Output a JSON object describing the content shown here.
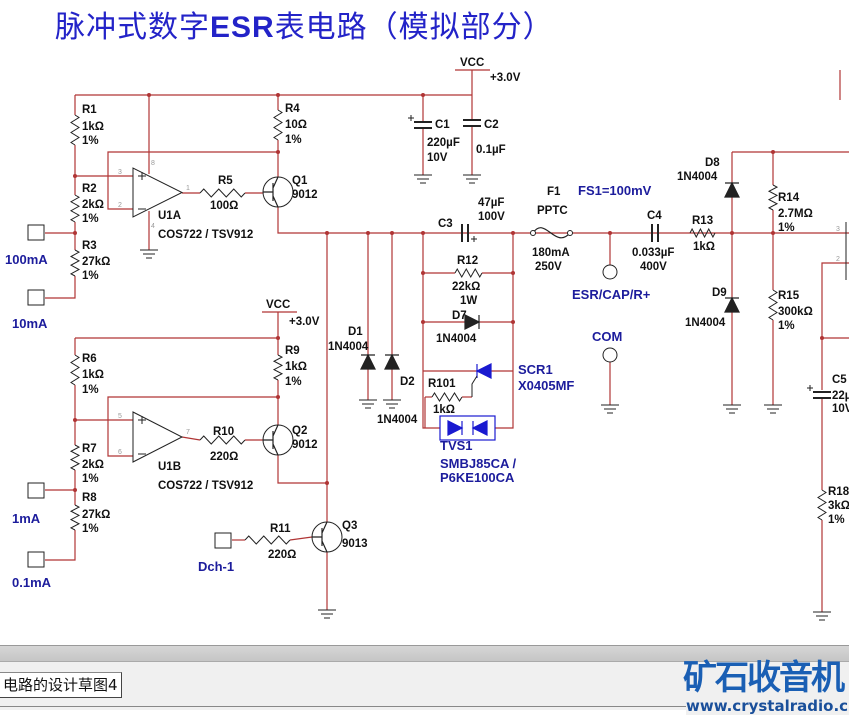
{
  "title": {
    "prefix": "脉冲式数字",
    "bold": "ESR",
    "suffix": "表电路（模拟部分）"
  },
  "colors": {
    "wire": "#b03535",
    "component": "#222222",
    "accent": "#1c1c9c",
    "scr": "#1a1ad0"
  },
  "labels": {
    "vcc1": "VCC",
    "vcc1_v": "+3.0V",
    "vcc2": "VCC",
    "vcc2_v": "+3.0V",
    "r1": "R1",
    "r1_v": "1kΩ",
    "r1_t": "1%",
    "r2": "R2",
    "r2_v": "2kΩ",
    "r2_t": "1%",
    "r3": "R3",
    "r3_v": "27kΩ",
    "r3_t": "1%",
    "r4": "R4",
    "r4_v": "10Ω",
    "r4_t": "1%",
    "r5": "R5",
    "r5_v": "100Ω",
    "q1": "Q1",
    "q1_v": "9012",
    "u1a": "U1A",
    "u1a_v": "COS722 / TSV912",
    "c1": "C1",
    "c1_v": "220µF",
    "c1_t": "10V",
    "c2": "C2",
    "c2_v": "0.1µF",
    "r6": "R6",
    "r6_v": "1kΩ",
    "r6_t": "1%",
    "r7": "R7",
    "r7_v": "2kΩ",
    "r7_t": "1%",
    "r8": "R8",
    "r8_v": "27kΩ",
    "r8_t": "1%",
    "r9": "R9",
    "r9_v": "1kΩ",
    "r9_t": "1%",
    "r10": "R10",
    "r10_v": "220Ω",
    "q2": "Q2",
    "q2_v": "9012",
    "u1b": "U1B",
    "u1b_v": "COS722 / TSV912",
    "r11": "R11",
    "r11_v": "220Ω",
    "q3": "Q3",
    "q3_v": "9013",
    "d1": "D1",
    "d1_v": "1N4004",
    "d2": "D2",
    "d2_v": "1N4004",
    "c3": "C3",
    "c3_v": "47µF",
    "c3_t": "100V",
    "r12": "R12",
    "r12_v": "22kΩ",
    "r12_t": "1W",
    "d7": "D7",
    "d7_v": "1N4004",
    "r101": "R101",
    "r101_v": "1kΩ",
    "f1": "F1",
    "f1_v": "PPTC",
    "f1_i": "180mA",
    "f1_t": "250V",
    "c4": "C4",
    "c4_v": "0.033µF",
    "c4_t": "400V",
    "r13": "R13",
    "r13_v": "1kΩ",
    "d8": "D8",
    "d8_v": "1N4004",
    "d9": "D9",
    "d9_v": "1N4004",
    "r14": "R14",
    "r14_v": "2.7MΩ",
    "r14_t": "1%",
    "r15": "R15",
    "r15_v": "300kΩ",
    "r15_t": "1%",
    "c5": "C5",
    "c5_v": "22µ",
    "c5_t": "10V",
    "r18": "R18",
    "r18_v": "3kΩ",
    "r18_t": "1%"
  },
  "blue_labels": {
    "range_100ma": "100mA",
    "range_10ma": "10mA",
    "range_1ma": "1mA",
    "range_01ma": "0.1mA",
    "dch": "Dch-1",
    "fs1": "FS1=100mV",
    "esr": "ESR/CAP/R+",
    "com": "COM",
    "scr1": "SCR1",
    "scr1_v": "X0405MF",
    "tvs1": "TVS1",
    "tvs1_v": "SMBJ85CA /",
    "tvs1_v2": "P6KE100CA"
  },
  "pins": {
    "p3": "3",
    "p2": "2",
    "p1": "1",
    "p8": "8",
    "p4": "4",
    "p5": "5",
    "p6": "6",
    "p7": "7"
  },
  "tab": {
    "label": "电路的设计草图4"
  },
  "logo": {
    "name": "矿石收音机",
    "url": "www.crystalradio.cn"
  }
}
